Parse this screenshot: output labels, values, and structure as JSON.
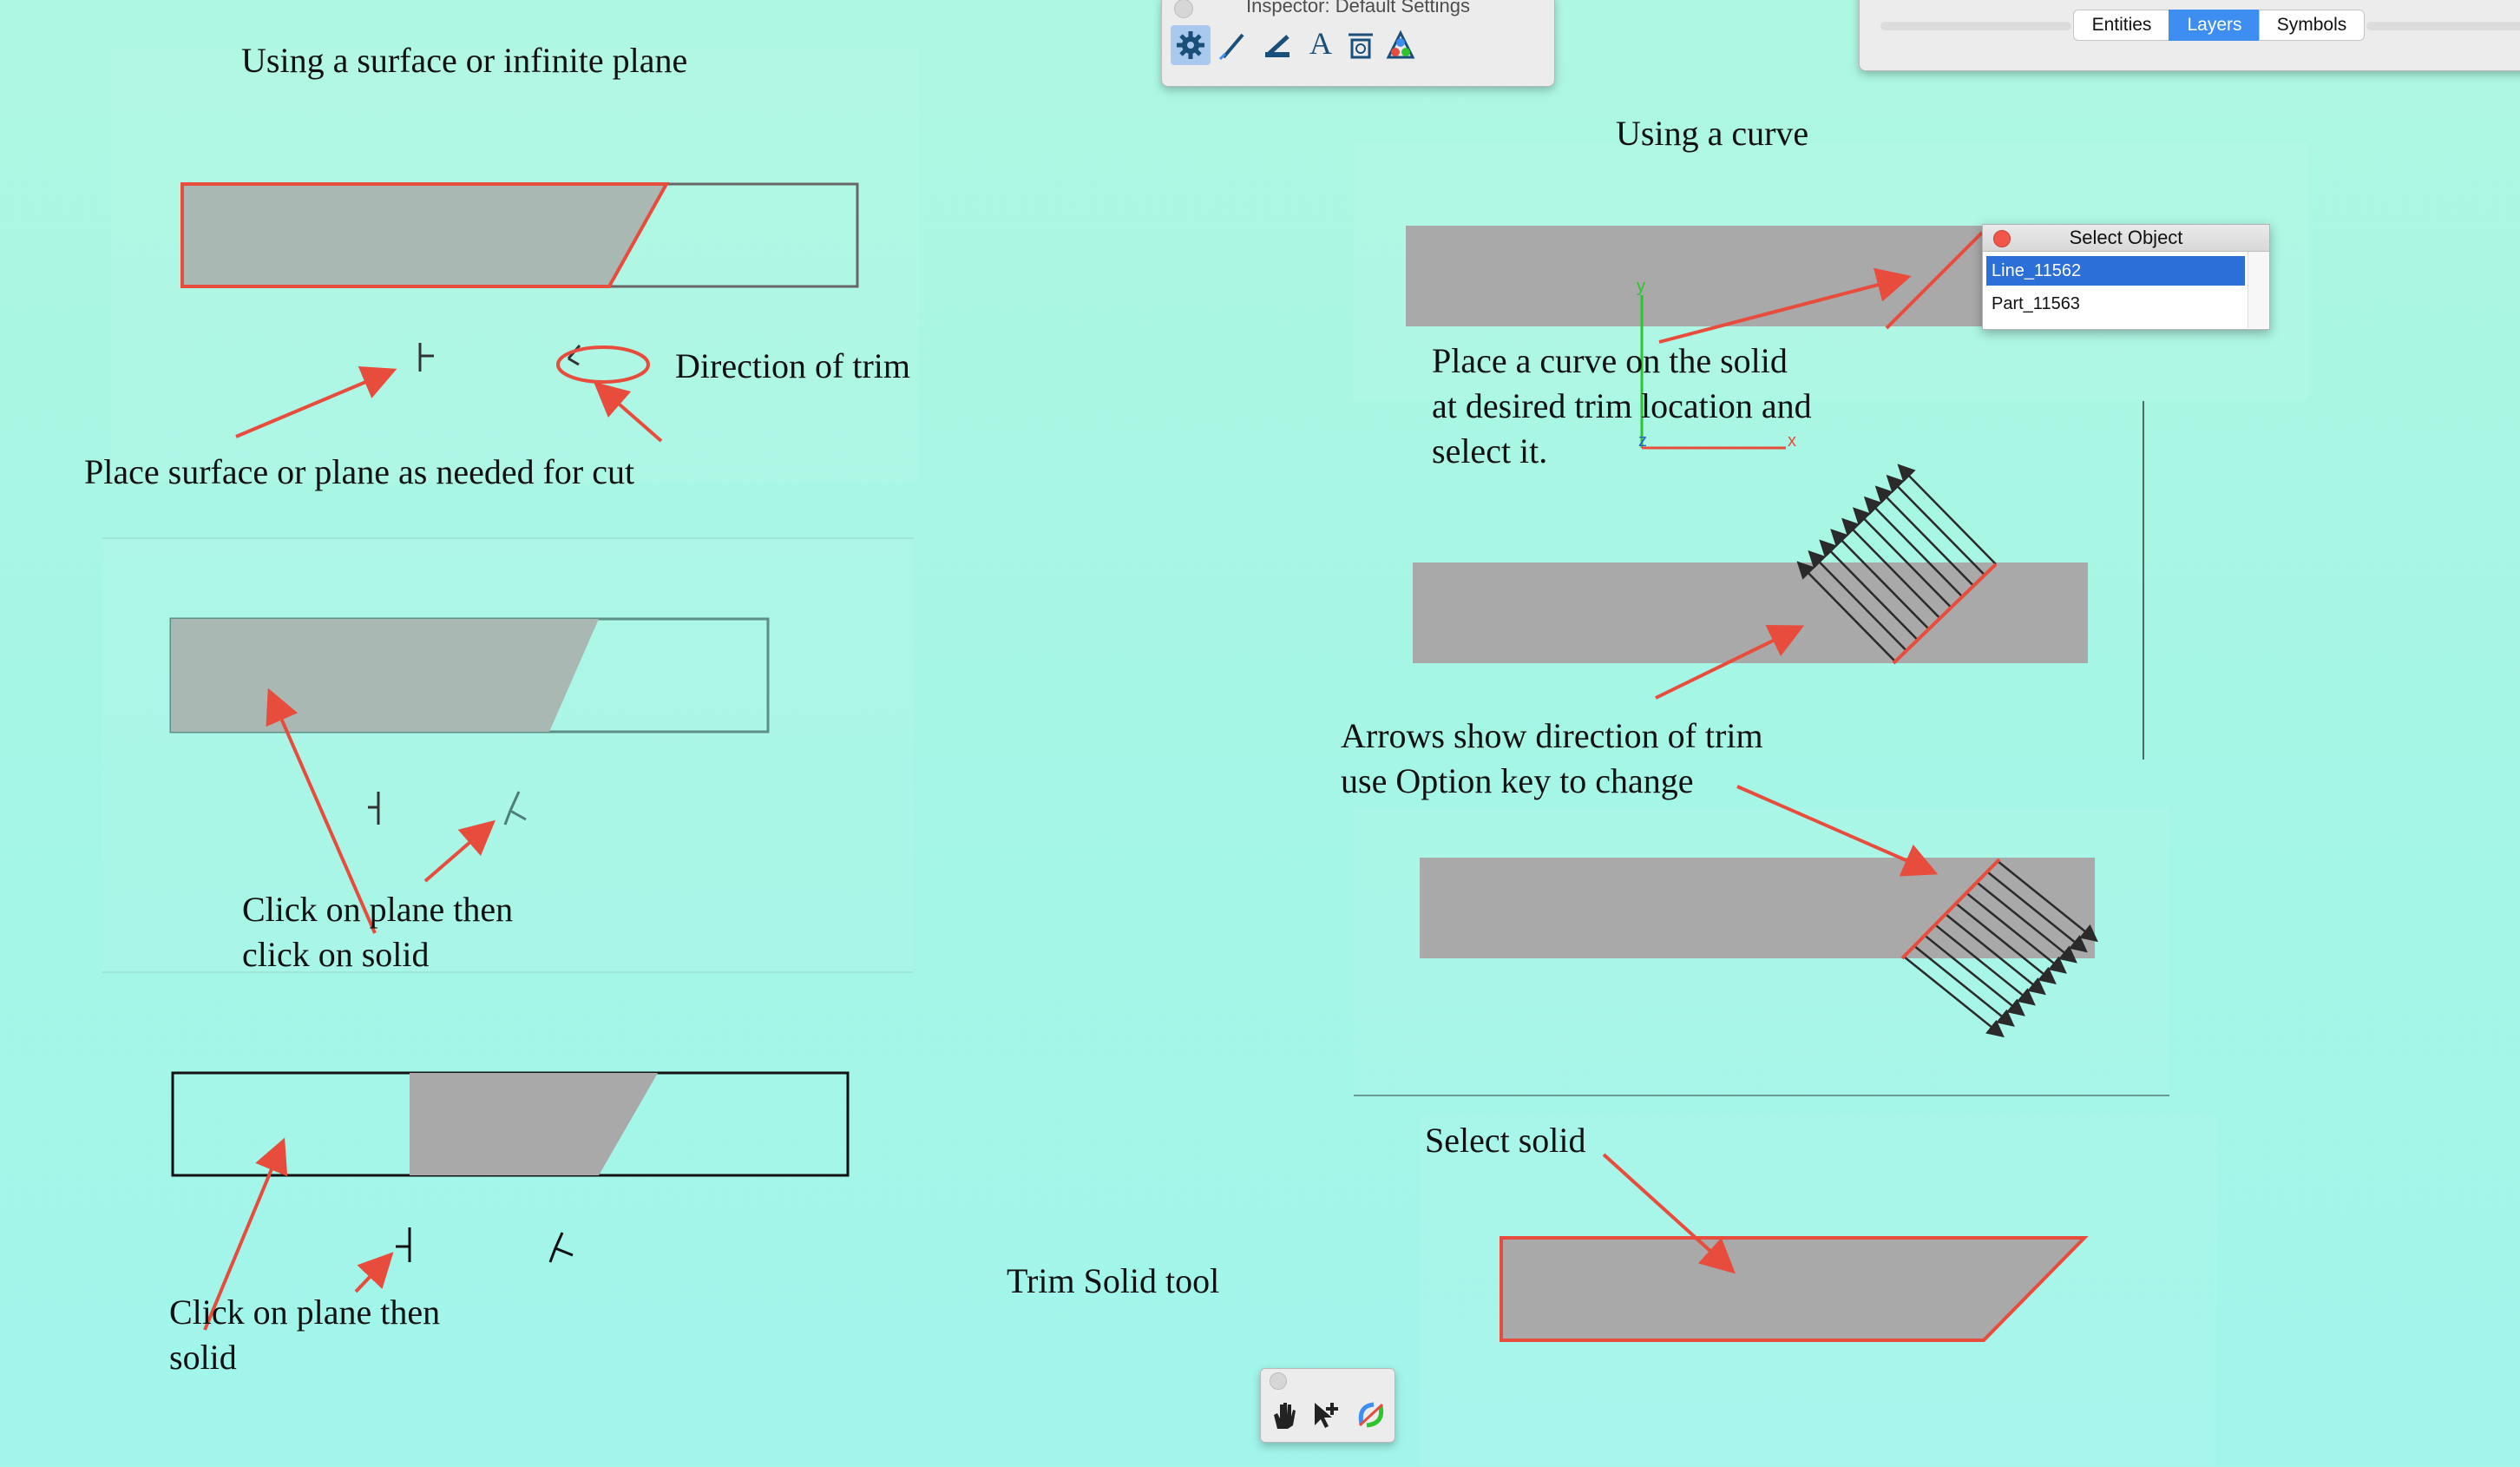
{
  "left": {
    "title": "Using a surface or infinite plane",
    "direction_label": "Direction of trim",
    "place_label": "Place surface or plane as needed for cut",
    "click1_line1": "Click on plane then",
    "click1_line2": "click on solid",
    "click2_line1": "Click on plane then",
    "click2_line2": "solid"
  },
  "right": {
    "title": "Using a curve",
    "curve_line1": "Place a curve on the solid",
    "curve_line2": "at desired trim location and",
    "curve_line3": "select it.",
    "arrows_line1": "Arrows show direction of trim",
    "arrows_line2": "use Option key to change",
    "select_solid": "Select solid",
    "axis_y": "y",
    "axis_z": "z",
    "axis_x": "x"
  },
  "tool_label": "Trim Solid tool",
  "inspector": {
    "title": "Inspector: Default Settings",
    "tool_icons": [
      "gear-icon",
      "pen-icon",
      "line-style-icon",
      "text-icon",
      "dimension-icon",
      "color-icon"
    ],
    "text_tool_glyph": "A"
  },
  "explorer": {
    "tabs": [
      "Entities",
      "Layers",
      "Symbols"
    ],
    "active_tab": "Layers"
  },
  "select_object": {
    "title": "Select Object",
    "items": [
      "Line_11562",
      "Part_11563"
    ],
    "selected": "Line_11562"
  },
  "palette": {
    "tool_icons": [
      "hand-icon",
      "select-plus-icon",
      "trim-solid-icon"
    ]
  },
  "colors": {
    "background": "#a8f6e6",
    "solid": "#a9a9a9",
    "annotation": "#e84c3d",
    "highlight": "#2c6fd9"
  }
}
